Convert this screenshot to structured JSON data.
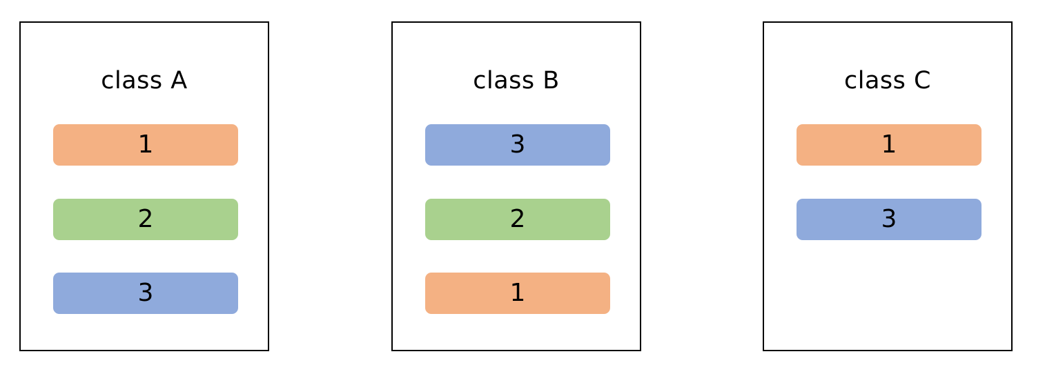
{
  "colors": {
    "item_1": "#F4B183",
    "item_2": "#A9D18E",
    "item_3": "#8FAADC",
    "border": "#000000"
  },
  "classes": [
    {
      "title": "class A",
      "items": [
        {
          "label": "1",
          "color": "item_1"
        },
        {
          "label": "2",
          "color": "item_2"
        },
        {
          "label": "3",
          "color": "item_3"
        }
      ]
    },
    {
      "title": "class B",
      "items": [
        {
          "label": "3",
          "color": "item_3"
        },
        {
          "label": "2",
          "color": "item_2"
        },
        {
          "label": "1",
          "color": "item_1"
        }
      ]
    },
    {
      "title": "class C",
      "items": [
        {
          "label": "1",
          "color": "item_1"
        },
        {
          "label": "3",
          "color": "item_3"
        }
      ]
    }
  ]
}
